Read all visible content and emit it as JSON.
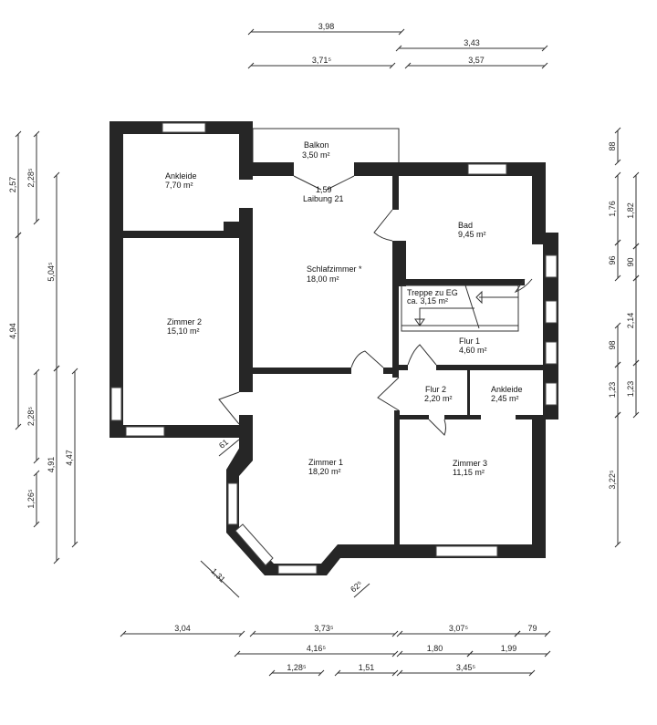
{
  "rooms": {
    "balkon": {
      "name": "Balkon",
      "area": "3,50 m²"
    },
    "ankleide1": {
      "name": "Ankleide",
      "area": "7,70 m²"
    },
    "schlafzimmer": {
      "name": "Schlafzimmer *",
      "area": "18,00 m²"
    },
    "bad": {
      "name": "Bad",
      "area": "9,45 m²"
    },
    "zimmer2": {
      "name": "Zimmer 2",
      "area": "15,10 m²"
    },
    "treppe": {
      "name": "Treppe zu EG",
      "area": "ca. 3,15 m²"
    },
    "flur1": {
      "name": "Flur 1",
      "area": "4,60 m²"
    },
    "flur2": {
      "name": "Flur 2",
      "area": "2,20 m²"
    },
    "ankleide2": {
      "name": "Ankleide",
      "area": "2,45 m²"
    },
    "zimmer1": {
      "name": "Zimmer 1",
      "area": "18,20 m²"
    },
    "zimmer3": {
      "name": "Zimmer 3",
      "area": "11,15 m²"
    }
  },
  "balkon_opening": {
    "width": "1,59",
    "note": "Laibung 21"
  },
  "dimensions": {
    "top": [
      "3,98",
      "3,43",
      "3,71⁵",
      "3,57"
    ],
    "left": [
      "2,57",
      "4,94",
      "2,28⁵",
      "2,28⁵",
      "1,26⁵",
      "5,04⁵",
      "4,91",
      "4,47"
    ],
    "right": [
      "88",
      "1,76",
      "96",
      "98",
      "1,23",
      "3,22⁵",
      "1,82",
      "90",
      "2,14",
      "1,23"
    ],
    "bottom": [
      "3,04",
      "3,73⁵",
      "3,07⁵",
      "79",
      "4,16⁵",
      "1,80",
      "1,99",
      "1,28⁵",
      "1,51",
      "3,45⁵"
    ],
    "diagonal": [
      "61",
      "1,31",
      "62⁵"
    ]
  }
}
